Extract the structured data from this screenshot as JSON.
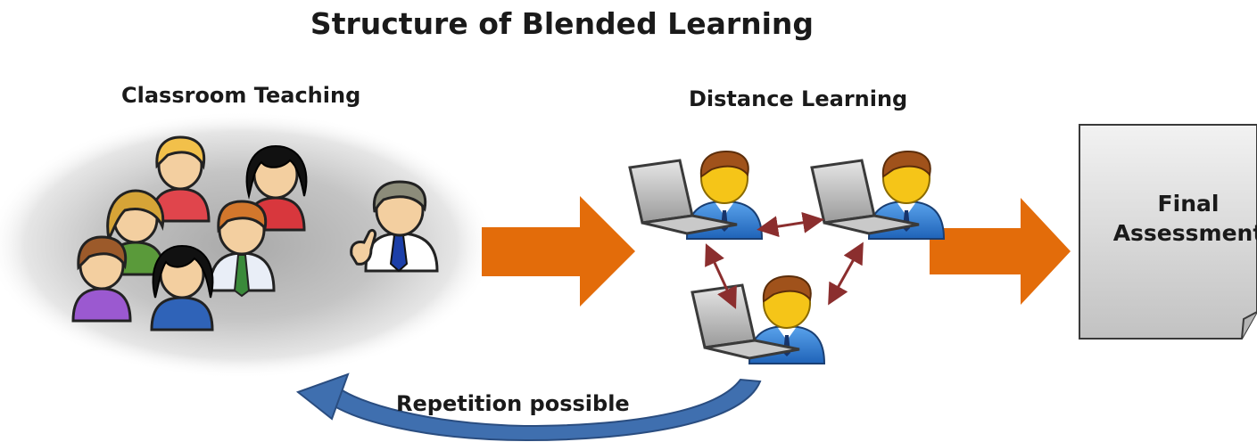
{
  "title": "Structure of Blended Learning",
  "sections": {
    "classroom": {
      "label": "Classroom Teaching"
    },
    "distance": {
      "label": "Distance Learning"
    },
    "final": {
      "label": "Final Assessment"
    }
  },
  "loop": {
    "label": "Repetition possible"
  },
  "colors": {
    "flow_arrow": "#e36c0a",
    "loop_arrow": "#3f6faf",
    "link_arrow": "#8b2e2e",
    "classroom_glow": "#b8b8b8",
    "document": "#d4d4d4",
    "skin": "#f5c518",
    "shirt_blue": "#2b7bd3"
  },
  "icons": [
    "student-group-icon",
    "teacher-icon",
    "laptop-user-icon",
    "document-icon",
    "flow-arrow-icon",
    "loop-arrow-icon"
  ]
}
